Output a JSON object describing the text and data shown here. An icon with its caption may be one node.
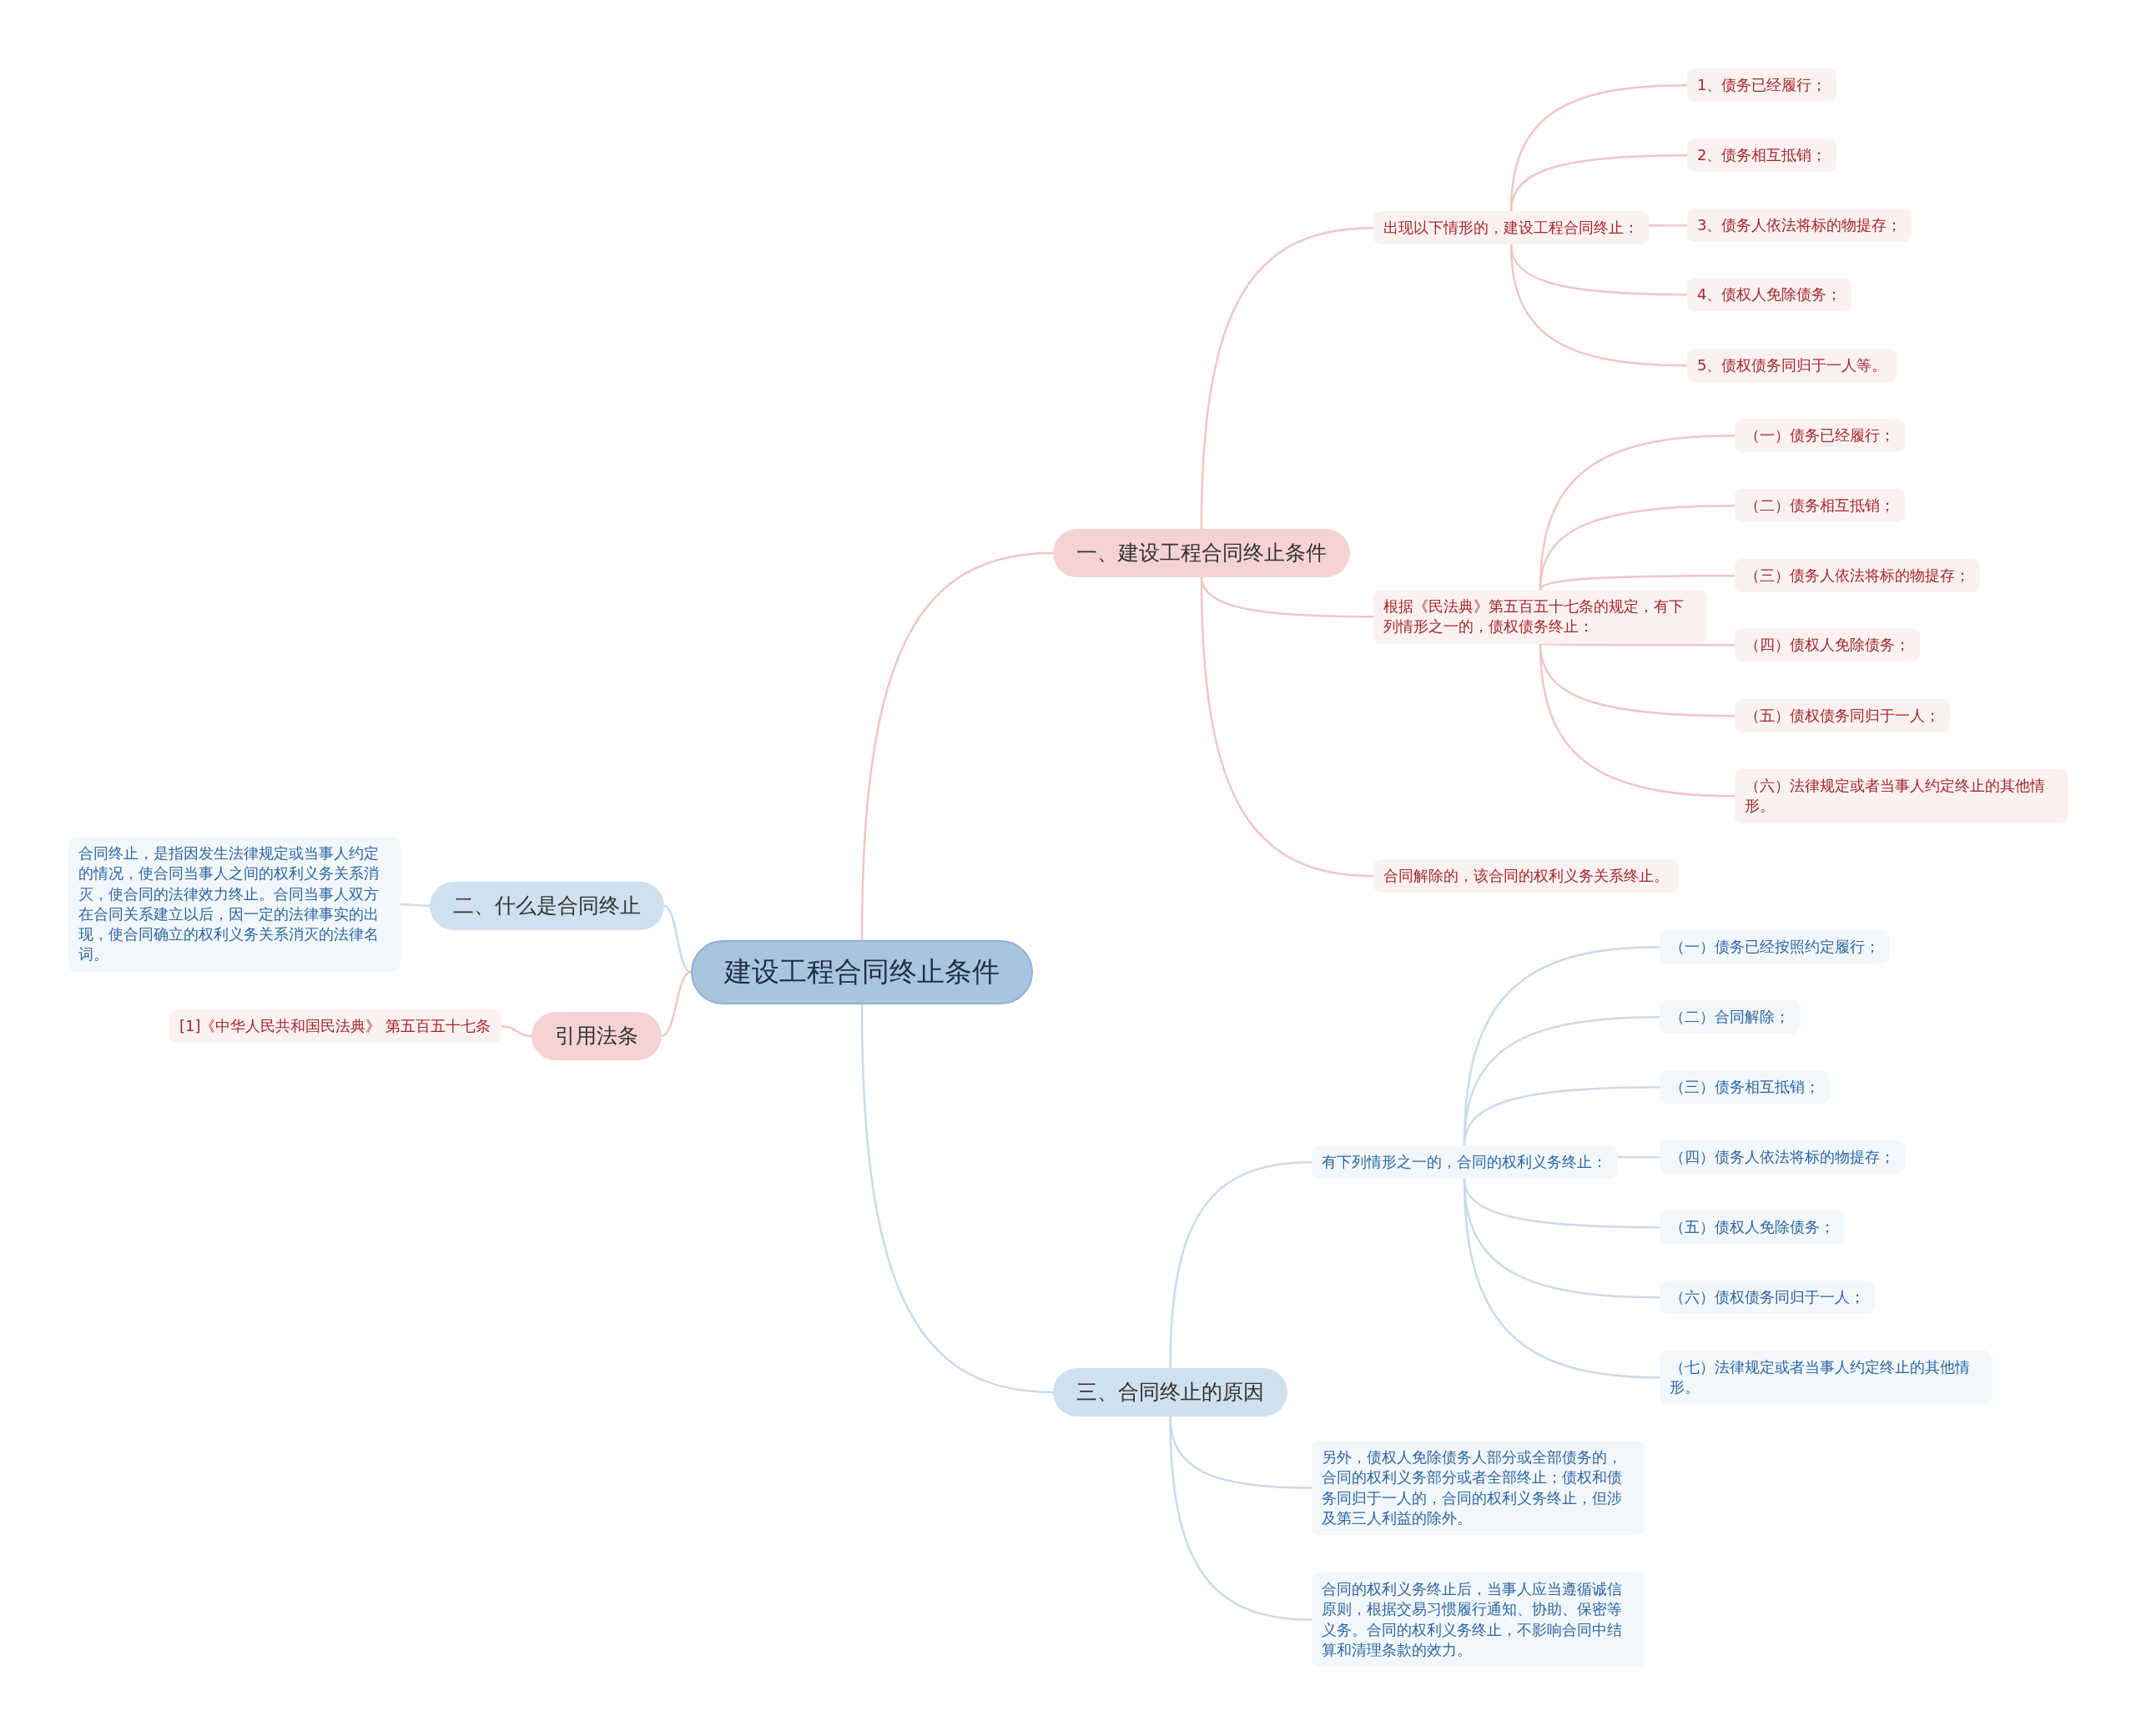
{
  "diagram": {
    "nodes": [
      {
        "text": [
          "建设工程合同终止条件"
        ]
      },
      {
        "text": [
          "一、建设工程合同终止条件"
        ]
      },
      {
        "text": [
          "出现以下情形的，建设工程合同终止："
        ]
      },
      {
        "text": [
          "1、债务已经履行；"
        ]
      },
      {
        "text": [
          "2、债务相互抵销；"
        ]
      },
      {
        "text": [
          "3、债务人依法将标的物提存；"
        ]
      },
      {
        "text": [
          "4、债权人免除债务；"
        ]
      },
      {
        "text": [
          "5、债权债务同归于一人等。"
        ]
      },
      {
        "text": [
          "根据《民法典》第五百五十七条的规定，有下列情形之一的，债权债务终止："
        ]
      },
      {
        "text": [
          "（一）债务已经履行；"
        ]
      },
      {
        "text": [
          "（二）债务相互抵销；"
        ]
      },
      {
        "text": [
          "（三）债务人依法将标的物提存；"
        ]
      },
      {
        "text": [
          "（四）债权人免除债务；"
        ]
      },
      {
        "text": [
          "（五）债权债务同归于一人；"
        ]
      },
      {
        "text": [
          "（六）法律规定或者当事人约定终止的其他情形。"
        ]
      },
      {
        "text": [
          "合同解除的，该合同的权利义务关系终止。"
        ]
      },
      {
        "text": [
          "二、什么是合同终止"
        ]
      },
      {
        "text": [
          "合同终止，是指因发生法律规定或当事人约定的情况，使合同当事人之间的权利义务关系消灭，使合同的法律效力终止。合同当事人双方在合同关系建立以后，因一定的法律事实的出现，使合同确立的权利义务关系消灭的法律名词。"
        ]
      },
      {
        "text": [
          "三、合同终止的原因"
        ]
      },
      {
        "text": [
          "有下列情形之一的，合同的权利义务终止："
        ]
      },
      {
        "text": [
          "（一）债务已经按照约定履行；"
        ]
      },
      {
        "text": [
          "（二）合同解除；"
        ]
      },
      {
        "text": [
          "（三）债务相互抵销；"
        ]
      },
      {
        "text": [
          "（四）债务人依法将标的物提存；"
        ]
      },
      {
        "text": [
          "（五）债权人免除债务；"
        ]
      },
      {
        "text": [
          "（六）债权债务同归于一人；"
        ]
      },
      {
        "text": [
          "（七）法律规定或者当事人约定终止的其他情形。"
        ]
      },
      {
        "text": [
          "另外，债权人免除债务人部分或全部债务的，合同的权利义务部分或者全部终止；债权和债务同归于一人的，合同的权利义务终止，但涉及第三人利益的除外。"
        ]
      },
      {
        "text": [
          "合同的权利义务终止后，当事人应当遵循诚信原则，根据交易习惯履行通知、协助、保密等义务。合同的权利义务终止，不影响合同中结算和清理条款的效力。"
        ]
      },
      {
        "text": [
          "引用法条"
        ]
      },
      {
        "text": [
          "[1]《中华人民共和国民法典》 第五百五十七条"
        ]
      }
    ],
    "edges": [
      {
        "from": 0,
        "to": 1,
        "arrow": "none"
      },
      {
        "from": 1,
        "to": 2,
        "arrow": "none"
      },
      {
        "from": 2,
        "to": 3,
        "arrow": "none"
      },
      {
        "from": 2,
        "to": 4,
        "arrow": "none"
      },
      {
        "from": 2,
        "to": 5,
        "arrow": "none"
      },
      {
        "from": 2,
        "to": 6,
        "arrow": "none"
      },
      {
        "from": 2,
        "to": 7,
        "arrow": "none"
      },
      {
        "from": 1,
        "to": 8,
        "arrow": "none"
      },
      {
        "from": 8,
        "to": 9,
        "arrow": "none"
      },
      {
        "from": 8,
        "to": 10,
        "arrow": "none"
      },
      {
        "from": 8,
        "to": 11,
        "arrow": "none"
      },
      {
        "from": 8,
        "to": 12,
        "arrow": "none"
      },
      {
        "from": 8,
        "to": 13,
        "arrow": "none"
      },
      {
        "from": 8,
        "to": 14,
        "arrow": "none"
      },
      {
        "from": 1,
        "to": 15,
        "arrow": "none"
      },
      {
        "from": 0,
        "to": 16,
        "arrow": "none",
        "color": "#c9dbeb"
      },
      {
        "from": 16,
        "to": 17,
        "arrow": "none",
        "color": "#c9dbeb"
      },
      {
        "from": 0,
        "to": 18,
        "arrow": "none",
        "color": "#c9dbeb"
      },
      {
        "from": 18,
        "to": 19,
        "arrow": "none",
        "color": "#c9dbeb"
      },
      {
        "from": 19,
        "to": 20,
        "arrow": "none",
        "color": "#c9dbeb"
      },
      {
        "from": 19,
        "to": 21,
        "arrow": "none",
        "color": "#c9dbeb"
      },
      {
        "from": 19,
        "to": 22,
        "arrow": "none",
        "color": "#c9dbeb"
      },
      {
        "from": 19,
        "to": 23,
        "arrow": "none",
        "color": "#c9dbeb"
      },
      {
        "from": 19,
        "to": 24,
        "arrow": "none",
        "color": "#c9dbeb"
      },
      {
        "from": 19,
        "to": 25,
        "arrow": "none",
        "color": "#c9dbeb"
      },
      {
        "from": 19,
        "to": 26,
        "arrow": "none",
        "color": "#c9dbeb"
      },
      {
        "from": 18,
        "to": 27,
        "arrow": "none",
        "color": "#c9dbeb"
      },
      {
        "from": 18,
        "to": 28,
        "arrow": "none",
        "color": "#c9dbeb"
      },
      {
        "from": 0,
        "to": 29,
        "arrow": "none"
      },
      {
        "from": 29,
        "to": 30,
        "arrow": "none"
      }
    ]
  }
}
